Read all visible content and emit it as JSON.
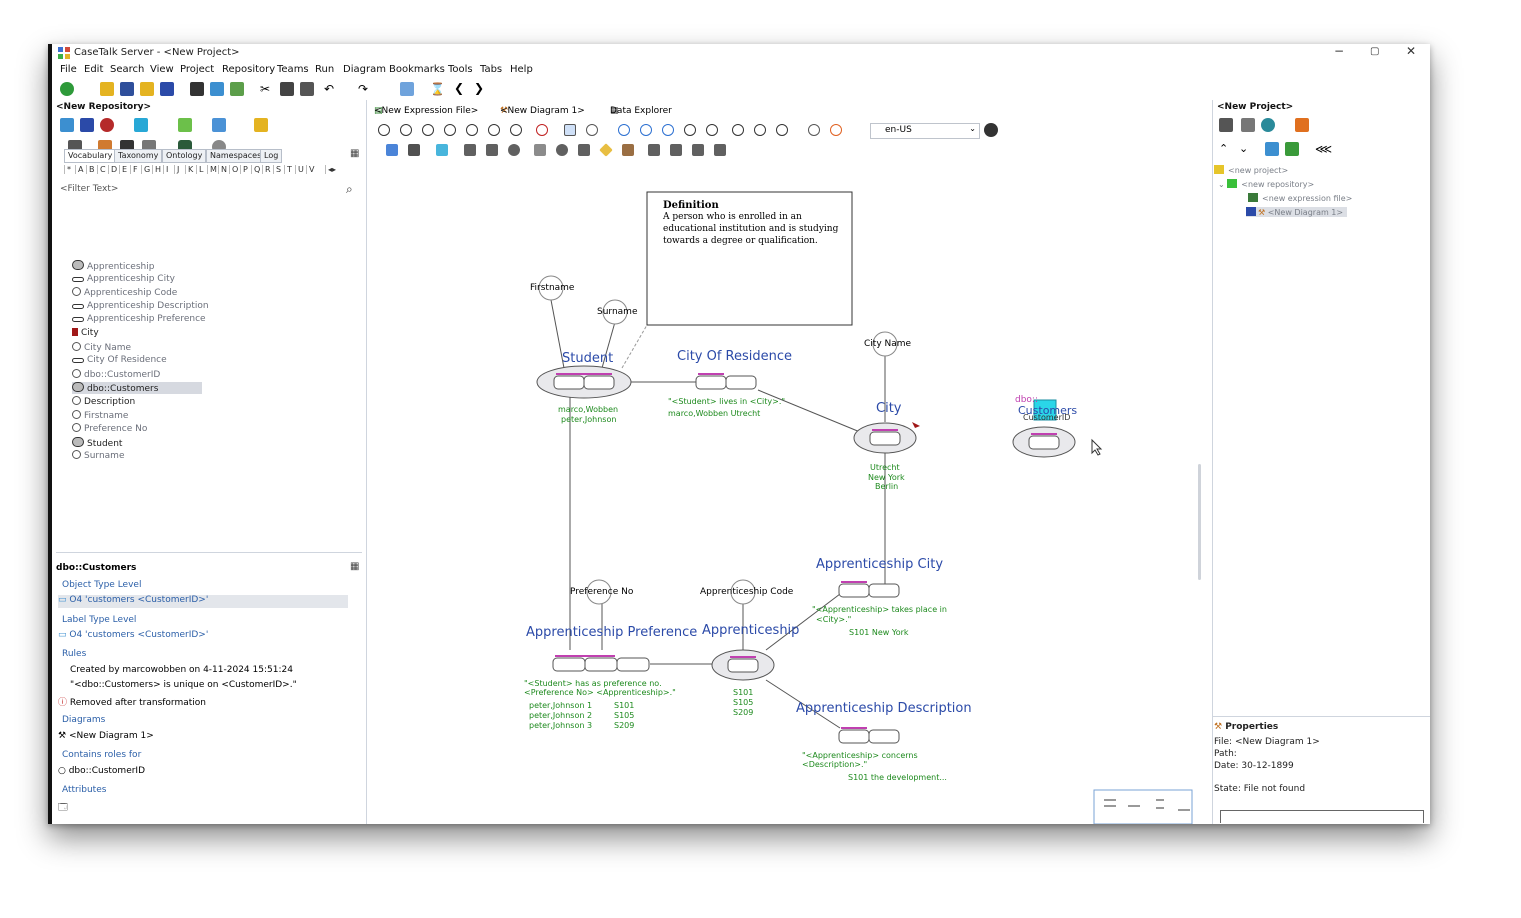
{
  "window": {
    "title": "CaseTalk Server - <New Project>",
    "minimize": "−",
    "maximize": "▢",
    "close": "✕"
  },
  "menu": [
    "File",
    "Edit",
    "Search",
    "View",
    "Project",
    "Repository",
    "Teams",
    "Run",
    "Diagram",
    "Bookmarks",
    "Tools",
    "Tabs",
    "Help"
  ],
  "left": {
    "title": "<New Repository>",
    "tabs": [
      "Vocabulary",
      "Taxonomy",
      "Ontology",
      "Namespaces",
      "Log"
    ],
    "alphabet": [
      "*",
      "A",
      "B",
      "C",
      "D",
      "E",
      "F",
      "G",
      "H",
      "I",
      "J",
      "K",
      "L",
      "M",
      "N",
      "O",
      "P",
      "Q",
      "R",
      "S",
      "T",
      "U",
      "V"
    ],
    "filter_placeholder": "<Filter Text>",
    "vocab": [
      {
        "label": "Apprenticeship",
        "icon": "fact-type-icon"
      },
      {
        "label": "Apprenticeship City",
        "icon": "label-type-icon"
      },
      {
        "label": "Apprenticeship Code",
        "icon": "role-icon"
      },
      {
        "label": "Apprenticeship Description",
        "icon": "label-type-icon"
      },
      {
        "label": "Apprenticeship Preference",
        "icon": "label-type-icon"
      },
      {
        "label": "City",
        "icon": "flag-icon"
      },
      {
        "label": "City Name",
        "icon": "role-icon"
      },
      {
        "label": "City Of Residence",
        "icon": "label-type-icon"
      },
      {
        "label": "dbo::CustomerID",
        "icon": "role-icon"
      },
      {
        "label": "dbo::Customers",
        "icon": "fact-type-icon"
      },
      {
        "label": "Description",
        "icon": "role-icon"
      },
      {
        "label": "Firstname",
        "icon": "role-icon"
      },
      {
        "label": "Preference No",
        "icon": "role-icon"
      },
      {
        "label": "Student",
        "icon": "fact-type-icon"
      },
      {
        "label": "Surname",
        "icon": "role-icon"
      }
    ],
    "details": {
      "title": "dbo::Customers",
      "object_type_level": "Object Type Level",
      "ot_item": "O4  'customers <CustomerID>'",
      "label_type_level": "Label Type Level",
      "lt_item": "O4  'customers <CustomerID>'",
      "rules": "Rules",
      "created": "Created by marcowobben on 4-11-2024 15:51:24",
      "unique": "\"<dbo::Customers> is unique on <CustomerID>.\"",
      "removed": "Removed after transformation",
      "diagrams": "Diagrams",
      "diagram_item": "<New Diagram 1>",
      "contains": "Contains roles for",
      "role_item": "dbo::CustomerID",
      "attributes": "Attributes"
    }
  },
  "canvas": {
    "tabs": [
      "<New Expression File>",
      "<New Diagram 1>",
      "Data Explorer"
    ],
    "locale": "en-US",
    "definition_title": "Definition",
    "definition_lines": [
      "A person who is enrolled in an",
      "educational institution and is studying",
      "towards a degree or qualification."
    ],
    "nodes": {
      "firstname": "Firstname",
      "surname": "Surname",
      "student": "Student",
      "city_of_residence": "City Of Residence",
      "city_name": "City Name",
      "city": "City",
      "customers": "Customers",
      "customers_alt": "dbo::",
      "customer_id": "CustomerID",
      "preference_no": "Preference No",
      "apprenticeship_code": "Apprenticeship Code",
      "apprenticeship_city": "Apprenticeship City",
      "apprenticeship_preference": "Apprenticeship Preference",
      "apprenticeship": "Apprenticeship",
      "apprenticeship_description": "Apprenticeship Description"
    },
    "pops": {
      "student": [
        "marco,Wobben",
        "peter,Johnson"
      ],
      "city_of_residence": [
        "\"<Student> lives in <City>.\"",
        "marco,Wobben Utrecht"
      ],
      "city": [
        "Utrecht",
        "New York",
        "Berlin"
      ],
      "apprenticeship_city": [
        "\"<Apprenticeship> takes place in",
        "<City>.\"",
        "S101 New York"
      ],
      "apprenticeship_preference": [
        "\"<Student> has as preference no.",
        "<Preference No> <Apprenticeship>.\"",
        "peter,Johnson 1",
        "peter,Johnson 2",
        "peter,Johnson 3",
        "S101",
        "S105",
        "S209"
      ],
      "apprenticeship": [
        "S101",
        "S105",
        "S209"
      ],
      "apprenticeship_description": [
        "\"<Apprenticeship> concerns",
        "<Description>.\"",
        "S101 the development..."
      ]
    }
  },
  "right": {
    "title": "<New Project>",
    "tree": [
      "<new project>",
      "<new repository>",
      "<new expression file>",
      "<New Diagram 1>"
    ],
    "properties_title": "Properties",
    "file": "File: <New Diagram 1>",
    "path": "Path:",
    "date": "Date: 30-12-1899",
    "state": "State: File not found"
  },
  "colors": {
    "accent": "#2b4aa8",
    "pop": "#1e8a1e",
    "role": "#c040b0",
    "node_fill": "#e9e9ec"
  }
}
